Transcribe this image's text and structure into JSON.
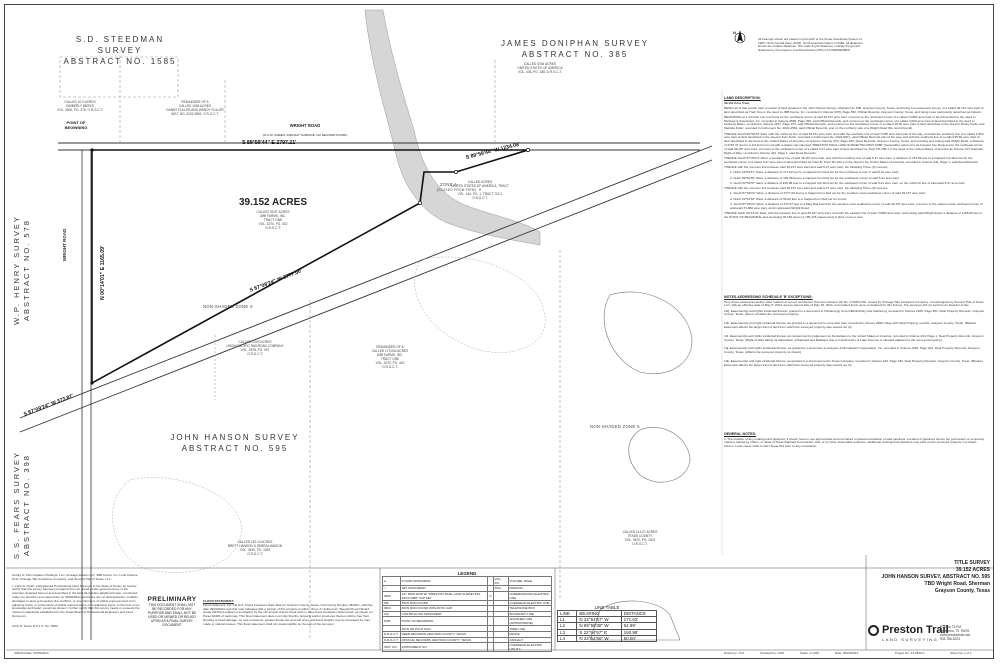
{
  "surveys": {
    "steedman_name": "S.D. STEEDMAN SURVEY",
    "steedman_abstract": "ABSTRACT NO. 1585",
    "doniphan_name": "JAMES DONIPHAN SURVEY",
    "doniphan_abstract": "ABSTRACT NO. 385",
    "henry_name": "W.P. HENRY SURVEY",
    "henry_abstract": "ABSTRACT NO. 578",
    "hanson_name": "JOHN HANSON SURVEY",
    "hanson_abstract": "ABSTRACT NO. 595",
    "fears_name": "S.S. FEARS SURVEY",
    "fears_abstract": "ABSTRACT NO. 398"
  },
  "map": {
    "acres": "39.152 ACRES",
    "zone_x_left": "NON-SHADED ZONE X",
    "zone_x_right": "NON-SHADED ZONE X",
    "zone_a": "ZONE A",
    "zone_a_note": "(SCALED FROM FIRM)",
    "wright_road_top": "WRIGHT ROAD",
    "wright_road_top_note": "(R.O.W. VARIES, ASPHALT SURFACE, NO RECORD FOUND)",
    "wright_road_left": "WRIGHT ROAD",
    "point_of_beginning": "POINT OF\nBEGINNING",
    "bearing_top": "S 89°59'44\" E  2797.21'",
    "bearing_right": "S 89°59'44\" W 1234.08'",
    "bearing_center": "S 87°09'24\" W  2777.00'",
    "bearing_bottom_left": "S 87°09'24\" W  373.87'",
    "bearing_left": "N 00°14'01\" E  1165.09'",
    "owner_center": "CALLED 39.57 ACRES\nJMB FARMS, INC.\nTRACT ONE\nVOL. 3270, PG. 402\nO.R.G.C.T.",
    "owner_bottom_center": "REMAINDER OF A\nCALLED 173.604 ACRES\nJMB FARMS, INC.\nTRACT ONE\nVOL. 3270, PG. 402\nO.R.G.C.T.",
    "owner_top_left": "REMAINDER OF A\nCALLED 1636 ACRES\nDANNY FULLER AND WENDY FULLER\nINST. NO. 2022-9891, O.R.G.C.T.",
    "owner_top_right": "CALLED 5036 ACRES\nUNITED STATES OF AMERICA\nVOL. 435, PG. 188, D.R.G.C.T.",
    "owner_usa_mid": "CALLED ACRES\nUNITED STATES OF AMERICA, TRACT H\nVOL. 444, PG. 1, TRACT 722-1 O.R.G.C.T.",
    "owner_left_mid": "CALLED 2.000 ACRES\nUNION PACIFIC RAILROAD COMPANY\nVOL. 2878, PG. 937\nO.R.G.C.T.",
    "owner_bottom": "CALLED 150.13 ACRES\nBRETT HANSON & DEBRA HANSON\nVOL. 3490, PG. 1392\nO.R.G.C.T.",
    "owner_bottom_right": "CALLED 144.07 ACRES\nTEXAS COUNTY\nVOL. 3570, PG. 1001\nO.R.G.C.T.",
    "owner_left_top": "CALLED 10.0 ACRES\nKIMBERLY MEEKS\nVOL. 4000, PG. 376, O.R.G.C.T."
  },
  "north_note": "All bearings shown are based on grid north of the Texas Coordinate System of 1983, North Central Zone (4202), North American Datum of 1983. All distances shown are surface distances. The scale & grid distances, multiply the ground distances by the Grayson Combined Factor (RTK) of 0.99984993859.",
  "land_description": {
    "heading": "LAND DESCRIPTION:",
    "sub": "39.152 Acre Tract",
    "p1": "BEING all of that certain tract or parcel of land situated in the John Hanson Survey, Abstract No. 595, Grayson County, Texas, and being a re-tracement survey of a called 39.157 acre tract of land described as Tract One in the deed to JMB Farms, Inc. recorded in Volume 3070, Page 552, Official Records, Grayson County, Texas, and being more particularly described as follows:",
    "p2": "BEGINNING at a 1/2-inch iron rod found for the northwest corner of said 39.157 acre tract, common to the northeast corner of a called 74.882 acre tract of land described in the deed to McGraw & Associates, Inc. recorded in Volume 2698, Page 063, said Official Records, and common to the southeast corner of a called 3.000 acre tract of land described in the deed to Kimberly Bates, recorded in Volume 4197, Page 373, said Official Records, and common to the southwest corner of a called 16.00 acre tract of land described in the deed to Danny Fuller and Melinda Fuller, recorded in Instrument No. 2022-4561, said Official Records, and on the northerly side of a Wright Road (No record found).",
    "p3": "THENCE South 89°59'44\" East, with the northerly line of said 39.157 acre tract, and with the southerly line of said 74.88 acre tract part of the way, and with the southerly line of a called 1.803 acre tract of land described in the deed to Kyle Fuller, recorded in Instrument No. 2024-9971, said Official Records part of the way, and with the southerly line of a called 95.60 acre tract of land described in the deed to the United States of America, recorded in Volume 4XX, Page 159, Deed Records, Grayson County, Texas, and entering and exiting said Wright Road, a distance of 2797.21 feet to a 1/2-inch iron rod with a plastic cap stamped \"PRESTON TRAIL LAND SURVEYING RPLS 6380\" (hereinafter referred to as Capped Iron Rod) set for the northeast corner of said 39.157 acre tract, common to the northwest corner of a called 6.27 acre tract of land described as Tract TD-105-1 in the deed to the United States of America as Volume 4C7 Railroad Right-of-Way, recorded in Volume 444, Page 1, said Deed Records.",
    "p4": "THENCE South 87°09'24\" West, a southerly line of said 39.157 acre tract, and with the northerly line of said 6.27 acre tract, a distance of 433.84 feet to a Capped Iron Rod set for the southeast corner of a called 6.27 acre tract of land described as Tract B, Tract TD-104-1 in the deed to the United States of America, recorded in Volume 444, Page 1, said Deed Records.",
    "p5": "THENCE with the common line between said 39.157 acre tract and said 6.27 acre tract, the following Three (3) courses:",
    "c1": "1.  North 22°54'57\" West, a distance of 171.62 feet to a Capped Iron Rod set for the northwest corner of said 6.21 acre tract;",
    "c2": "2.  North 89°59'38\" West, a distance of 105.86 feet to a Capped Iron Rod set for the southwest corner of said 6.21 acre tract;",
    "c3": "3.  South 22°54'57\" East, a distance of 150.98 feet to a Capped Iron Rod set for the southeast corner of said 6.21 acre tract, on the northerly line of aforesaid 6.27 acre tract;",
    "p6": "THENCE with the common line between said 39.157 acre tract and said 6.27 acre tract, the following Three (3) courses:",
    "c4": "1.  South 87°09'24\" West, a distance of 2777.00 feet to a Capped Iron Rod set for the southern-most southwest corner of said 39.157 acre tract;",
    "c5": "2.  North 22°54'56\" West, a distance of 50.00 feet to a Capped Iron Rod set for corner;",
    "c6": "3.  South 87°09'24\" West, a distance of 373.87 feet to a Mag Nail found for the western-most southwest corner of said 39.157 acre tract, common to the eastern-most southeast corner of aforesaid 74.882 acre tract, and in aforesaid Wright Road;",
    "p7": "THENCE North 00°14'01\" East, with the westerly line of said 39.157 acre tract, and with the easterly line of said 74.882 acre tract, and exiting said Wright Road, a distance of 1165.09 feet to the POINT OF BEGINNING and enclosing 39.152 acres (1,705,478 square feet) of land, more or less."
  },
  "schedule_b": {
    "heading": "NOTES ADDRESSING SCHEDULE 'B' EXCEPTIONS:",
    "intro": "Only those easements and/or other matters of record, as listed in Title Commitment GF No. LTS0017OK, issued by Chicago Title Insurance Company, countersigned by Second Title of Texas, LLC, with an effective date of May 5, 2024, and an issued date of May 18, 2024, and related items were considered for this Survey. The surveyor did not perform an abstract of title.",
    "i10g": "10g.   Easement(s) and rights incidental thereto, granted in a document to Hall Energy Corp DBA Enfinity Gas Gathering, recorded in Volume 2185, Page 951, Real Property Records, Grayson County, Texas. (Does not affect the surveyed property)",
    "i10h": "10h.   Easement(s) and right incidental thereto, as granted in a document to Lone Star Gas, recorded in Volume 2699, Page 229, Real Property records, Grayson County, Texas. (Blanket Easement affects the larger tract of land from which the surveyed property was carved out of)",
    "i10i": "10i.   Easement(s) and rights incidental thereto as condemned by judgement on Declaration to the United States of America, recorded in Volume 444, Page 1, Real Property Records, Grayson County, Texas. (Right-of-Way taking for Relocation of Railroad and Railways due to Construction of Lake Texoma; is situated adjacent to the surveyed property)",
    "i10j": "10j.   Easement(s) and rights incidental thereto, as granted in a document to Grayson-Collin Electric Cooperative, Inc. recorded in Volume 1093, Page 614, Real Property Records, Grayson County, Texas. (Affects the surveyed property as shown)",
    "i10k": "10k.   Easement(s) and right incidental thereto, as granted in a document to the Texas Company, recorded in Volume 242, Page 420, Real Property Records, Grayson County, Texas. (Blanket Easement affects the larger tract of land from which the surveyed property was carved out of)"
  },
  "general_notes": {
    "heading": "GENERAL NOTES:",
    "n1": "1.   The location of any underground pipelines, if shown hereon, are approximate and not based on actual excavation of said pipelines. Location of pipelines shown per permanent or temporary markers placed by others, or State of Texas Railroad Commission GIS, or by other observable evidence. Additional underground pipelines may exist on the surveyed property not shown hereon. Land owner shall contact Texas 811 prior to any excavation."
  },
  "certify": {
    "p1": "Certify to: Flinn Aviation Holdings, LLC; Acreage Assets LLC; JMB Farms, Inc; Lotts Chance Pets; Chicago Title Insurance Company; and Second Title of Texas, LLC.",
    "p2": "I, Chris R. Noah, a Registered Professional Land Surveyor in the State of Texas, do hereby certify that this survey has been prepared from an actual on-the-ground survey of the premises depicted hereon and described in the land description attached hereto, conducted under my direction and supervision on 05/29/2024, and there are no discrepancies, conflicts, shortages in area or boundary line conflicts, or any intrusions of visible improvements from adjoining tracts, or protrusions of visible improvements onto adjoining tracts, to the best of my knowledge and belief, except as shown. I further certify that this survey meets or exceeds the minimum standards established by the Texas Board of Professional Engineers and Land Surveyors.",
    "sign": "Chris R. Noah, R.P.L.S. No. 6580"
  },
  "preliminary": {
    "title": "PRELIMINARY",
    "text": "THIS DOCUMENT SHALL NOT BE RECORDED FOR ANY PURPOSE AND SHALL NOT BE USED OR VIEWED OR RELIED UPON AS A FINAL SURVEY DOCUMENT"
  },
  "flood": {
    "heading": "FLOOD STATEMENT:",
    "text": "Flood statement: Per F.E.M.A. Flood Insurance Rate Map for Grayson County, Texas, Community Number 48181C, effective date 09/29/2010 and that map indicates that a portion of this property is within \"Zone X\" defined as \"Special Flood Hazard Areas (SFHAs) subject to inundation by the 1% annual chance flood with no base flood elevations determined\" as shown on Panel 0240F of said map. This flood statement does not imply that the property and/or structures thereon will be free from flooding or flood damage, on rare occasions, greater floods can and will occur and flood heights may be increased by man-made or natural causes. This flood statement shall not create liability on the part of the surveyor."
  },
  "legend": {
    "title": "LEGEND",
    "rows": [
      [
        "●",
        "FOUND MONUMENT",
        "",
        "VOL., PG.",
        "VOLUME, PAGE"
      ],
      [
        "○",
        "SET MONUMENT",
        "",
        "PKG.",
        "PARKING"
      ],
      [
        "IRSC",
        "1/2\" IRON ROD W/ \"PRESTON TRAIL LAND SURVEYING, RPLS 6380\" CAP SET",
        "⊡",
        "",
        "UNDERGROUND ELECTRIC LINE"
      ],
      [
        "IRF",
        "IRON ROD FOUND",
        "",
        "",
        "OVERHEAD ELECTRIC LINE"
      ],
      [
        "IRFC",
        "IRON ROD FOUND W/PLASTIC CAP",
        "",
        "",
        "TELEPHONE BOX"
      ],
      [
        "CM",
        "CONTROLLING MONUMENT",
        "",
        "",
        "BOUNDARY LINE"
      ],
      [
        "POB",
        "POINT OF BEGINNING",
        "",
        "",
        "ADJOINER LINE (APPROXIMATE)"
      ],
      [
        "",
        "SIGN OR PULP CALL",
        "",
        "",
        "TREE LINE"
      ],
      [
        "D.R.G.C.T.",
        "DEED RECORDS GRAYSON COUNTY, TEXAS",
        "",
        "",
        "FENCE"
      ],
      [
        "O.R.G.C.T.",
        "OFFICIAL RECORDS GRAYSON COUNTY, TEXAS",
        "",
        "",
        "ASPHALT"
      ],
      [
        "INST. NO.",
        "INSTRUMENT NO.",
        "",
        "",
        "OVERHEAD ELECTRIC UTILITY"
      ]
    ]
  },
  "line_table": {
    "title": "LINE TABLE",
    "headers": [
      "LINE",
      "BEARING",
      "DISTANCE"
    ],
    "rows": [
      [
        "L1",
        "N 22°54'57\" W",
        "171.62'"
      ],
      [
        "L2",
        "N 89°59'38\" W",
        "54.89'"
      ],
      [
        "L3",
        "S 22°54'57\" E",
        "150.98'"
      ],
      [
        "L4",
        "N 22°54'56\" W",
        "50.00'"
      ]
    ]
  },
  "title_block": {
    "l1": "TITLE SURVEY",
    "l2": "39.152 ACRES",
    "l3": "JOHN HANSON SURVEY, ABSTRACT NO. 595",
    "l4": "TBD Wright Road, Sherman",
    "l5": "Grayson County, Texas"
  },
  "company": {
    "name": "Preston Trail",
    "sub": "LAND SURVEYING",
    "addr": "PO Box 75 FM\nPottsboro, TX 75076\nwww.prestontrail.com\n903-786-2023"
  },
  "footer": {
    "f1": "ORIGIN Date: 05/29/2024",
    "f2": "Drawn by: CCT",
    "f3": "Checked by: CRN",
    "f4": "Scale: 1\"=100'",
    "f5": "Date: 05/29/2024",
    "f6": "Project No. 24-0530-0",
    "f7": "Sheet No. 1 of 1"
  }
}
